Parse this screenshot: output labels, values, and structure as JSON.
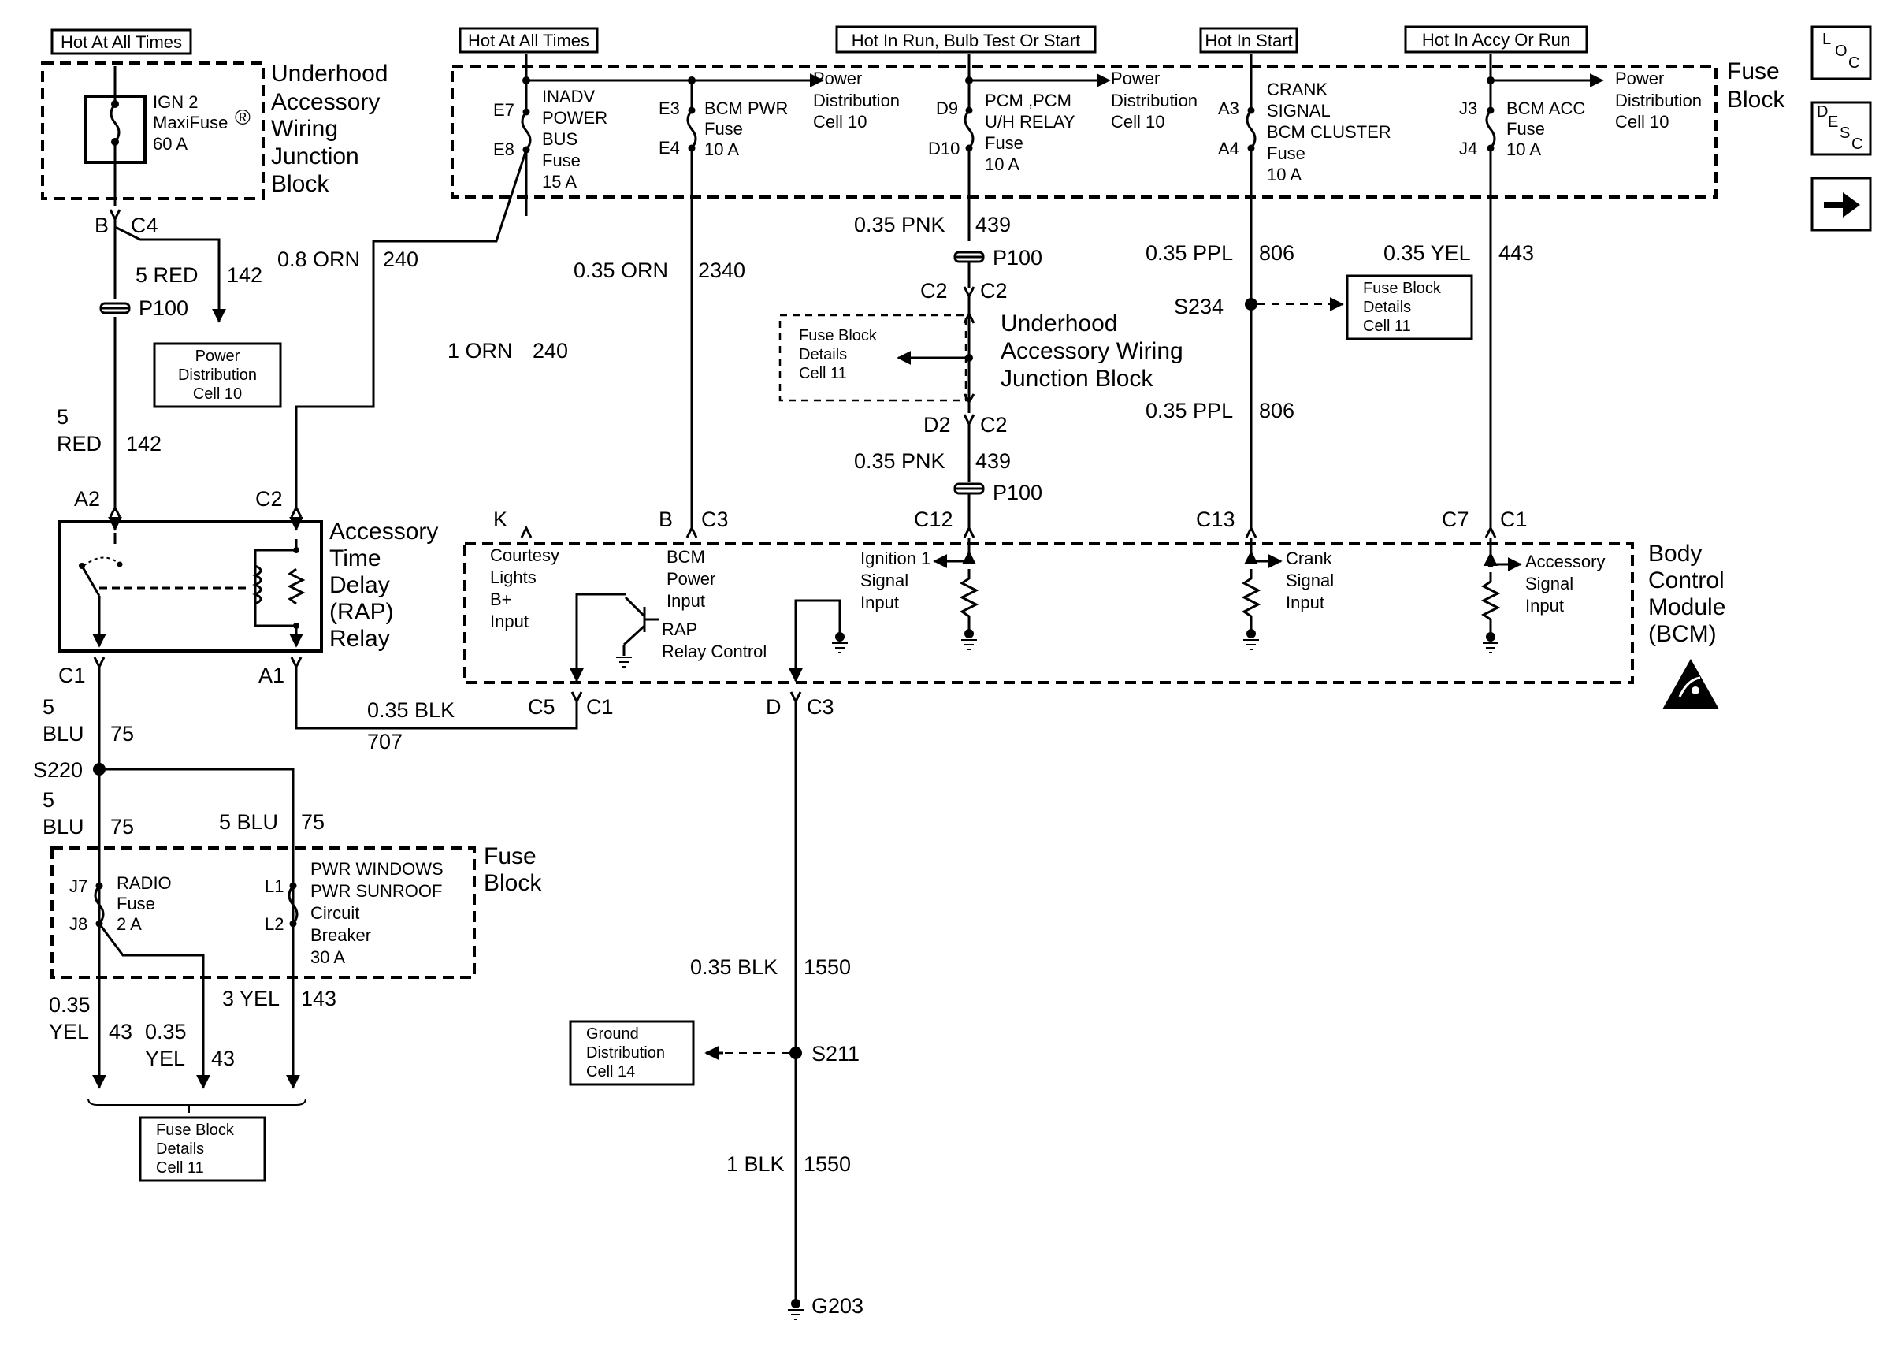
{
  "power_labels": {
    "hot_all_1": "Hot At All Times",
    "hot_all_2": "Hot At All Times",
    "hot_run": "Hot In Run, Bulb Test Or Start",
    "hot_start": "Hot In Start",
    "hot_accy": "Hot In Accy Or Run"
  },
  "side_icons": {
    "loc": "LOC",
    "desc": "DESC"
  },
  "uawjb": {
    "title": [
      "Underhood",
      "Accessory",
      "Wiring",
      "Junction",
      "Block"
    ],
    "fuse": [
      "IGN 2",
      "MaxiFuse",
      "60 A"
    ],
    "reg_mark": "®"
  },
  "fuse_block_top": {
    "title": [
      "Fuse",
      "Block"
    ],
    "fuses": [
      {
        "pins": [
          "E7",
          "E8"
        ],
        "lines": [
          "INADV",
          "POWER",
          "BUS",
          "Fuse",
          "15 A"
        ]
      },
      {
        "pins": [
          "E3",
          "E4"
        ],
        "lines": [
          "BCM PWR",
          "Fuse",
          "10 A"
        ]
      },
      {
        "pins": [
          "D9",
          "D10"
        ],
        "lines": [
          "PCM ,PCM",
          "U/H RELAY",
          "Fuse",
          "10 A"
        ]
      },
      {
        "pins": [
          "A3",
          "A4"
        ],
        "lines": [
          "CRANK",
          "SIGNAL",
          "BCM CLUSTER",
          "Fuse",
          "10 A"
        ]
      },
      {
        "pins": [
          "J3",
          "J4"
        ],
        "lines": [
          "BCM ACC",
          "Fuse",
          "10 A"
        ]
      }
    ],
    "pd_refs": [
      [
        "Power",
        "Distribution",
        "Cell 10"
      ],
      [
        "Power",
        "Distribution",
        "Cell 10"
      ],
      [
        "Power",
        "Distribution",
        "Cell 10"
      ]
    ]
  },
  "wire_labels": {
    "b_c4": [
      "B",
      "C4"
    ],
    "red142_a": [
      "5 RED",
      "142"
    ],
    "orn240_a": [
      "0.8 ORN",
      "240"
    ],
    "orn2340": [
      "0.35 ORN",
      "2340"
    ],
    "pnk439_a": [
      "0.35 PNK",
      "439"
    ],
    "ppl806_a": [
      "0.35 PPL",
      "806"
    ],
    "yel443": [
      "0.35 YEL",
      "443"
    ],
    "p100": "P100",
    "c2_c2": [
      "C2",
      "C2"
    ],
    "s234": "S234",
    "orn240_b": [
      "1 ORN",
      "240"
    ],
    "red142_b": [
      "5",
      "RED",
      "142"
    ],
    "ppl806_b": [
      "0.35 PPL",
      "806"
    ],
    "d2_c2": [
      "D2",
      "C2"
    ],
    "pnk439_b": [
      "0.35 PNK",
      "439"
    ]
  },
  "pd_ref_left": [
    "Power",
    "Distribution",
    "Cell 10"
  ],
  "fb_details_refs": [
    [
      "Fuse Block",
      "Details",
      "Cell 11"
    ],
    [
      "Fuse Block",
      "Details",
      "Cell 11"
    ],
    [
      "Fuse Block",
      "Details",
      "Cell 11"
    ]
  ],
  "junction_block_mid": [
    "Underhood",
    "Accessory  Wiring",
    "Junction  Block"
  ],
  "relay": {
    "title": [
      "Accessory",
      "Time",
      "Delay",
      "(RAP)",
      "Relay"
    ],
    "pins": [
      "A2",
      "C2",
      "C1",
      "A1"
    ]
  },
  "bcm": {
    "title": [
      "Body",
      "Control",
      "Module",
      "(BCM)"
    ],
    "top_pins": [
      "K",
      "B",
      "C3",
      "C12",
      "C13",
      "C7",
      "C1"
    ],
    "inputs": [
      [
        "Courtesy",
        "Lights",
        "B+",
        "Input"
      ],
      [
        "BCM",
        "Power",
        "Input"
      ],
      [
        "Ignition 1",
        "Signal",
        "Input"
      ],
      [
        "Crank",
        "Signal",
        "Input"
      ],
      [
        "Accessory",
        "Signal",
        "Input"
      ]
    ],
    "rap": [
      "RAP",
      "Relay Control"
    ],
    "bottom_pins": [
      "C5",
      "C1",
      "D",
      "C3"
    ]
  },
  "lower": {
    "blk707": [
      "0.35 BLK",
      "707"
    ],
    "blu75_a": [
      "5",
      "BLU",
      "75"
    ],
    "s220": "S220",
    "blu75_b": [
      "5",
      "BLU",
      "75"
    ],
    "blu75_c": [
      "5 BLU",
      "75"
    ],
    "fuse_block": {
      "title": [
        "Fuse",
        "Block"
      ],
      "radio": {
        "pins": [
          "J7",
          "J8"
        ],
        "lines": [
          "RADIO",
          "Fuse",
          "2 A"
        ]
      },
      "pwr": {
        "pins": [
          "L1",
          "L2"
        ],
        "lines": [
          "PWR WINDOWS",
          "PWR SUNROOF",
          "Circuit",
          "Breaker",
          "30 A"
        ]
      }
    },
    "yel43_a": [
      "0.35",
      "YEL",
      "43"
    ],
    "yel43_b": [
      "0.35",
      "YEL",
      "43"
    ],
    "yel143": [
      "3 YEL",
      "143"
    ],
    "blk1550_a": [
      "0.35 BLK",
      "1550"
    ],
    "s211": "S211",
    "ground_ref": [
      "Ground",
      "Distribution",
      "Cell 14"
    ],
    "blk1550_b": [
      "1 BLK",
      "1550"
    ],
    "g203": "G203"
  }
}
